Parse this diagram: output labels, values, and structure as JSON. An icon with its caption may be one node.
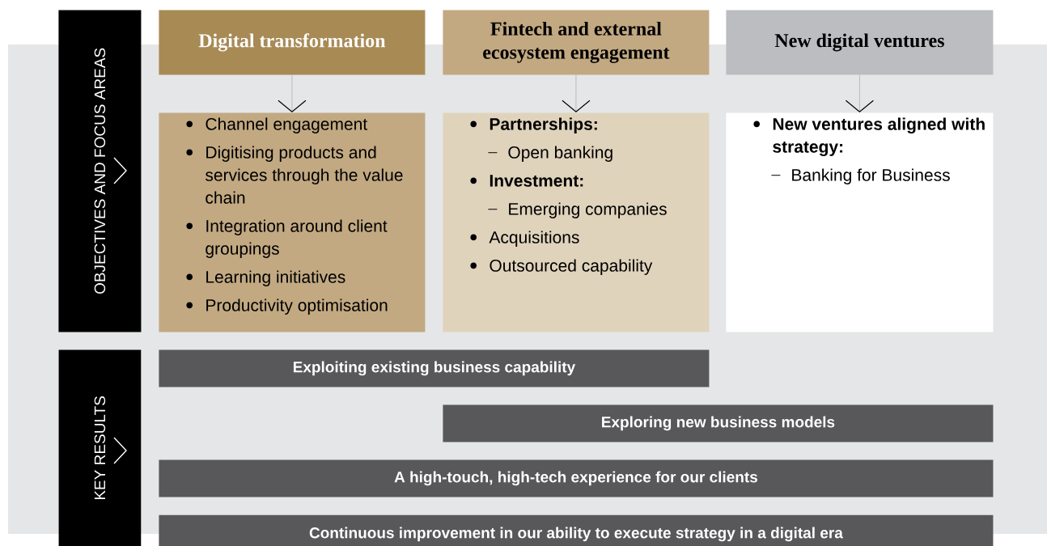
{
  "diagram": {
    "nodes": [
      {
        "text": [
          "OBJECTIVES AND FOCUS AREAS"
        ]
      },
      {
        "text": [
          "Digital transformation"
        ]
      },
      {
        "text": [
          "Fintech and external ecosystem engagement"
        ]
      },
      {
        "text": [
          "New digital ventures"
        ]
      },
      {
        "text": [
          "Channel engagement",
          "Digitising products and services through the value chain",
          "Integration around client groupings",
          "Learning initiatives",
          "Productivity optimisation"
        ]
      },
      {
        "text": [
          "Partnerships:",
          "Open banking",
          "Investment:",
          "Emerging companies",
          "Acquisitions",
          "Outsourced capability"
        ]
      },
      {
        "text": [
          "New ventures aligned with strategy:",
          "Banking for Business"
        ]
      },
      {
        "text": [
          "KEY RESULTS"
        ]
      },
      {
        "text": [
          "Exploiting existing business capability"
        ]
      },
      {
        "text": [
          "Exploring new business models"
        ]
      },
      {
        "text": [
          "A high-touch, high-tech experience for our clients"
        ]
      },
      {
        "text": [
          "Continuous improvement in our ability to execute strategy in a digital era"
        ]
      }
    ],
    "edges": [
      {
        "from": 1,
        "to": 4,
        "arrow": "to"
      },
      {
        "from": 2,
        "to": 5,
        "arrow": "to"
      },
      {
        "from": 3,
        "to": 6,
        "arrow": "to"
      }
    ]
  }
}
